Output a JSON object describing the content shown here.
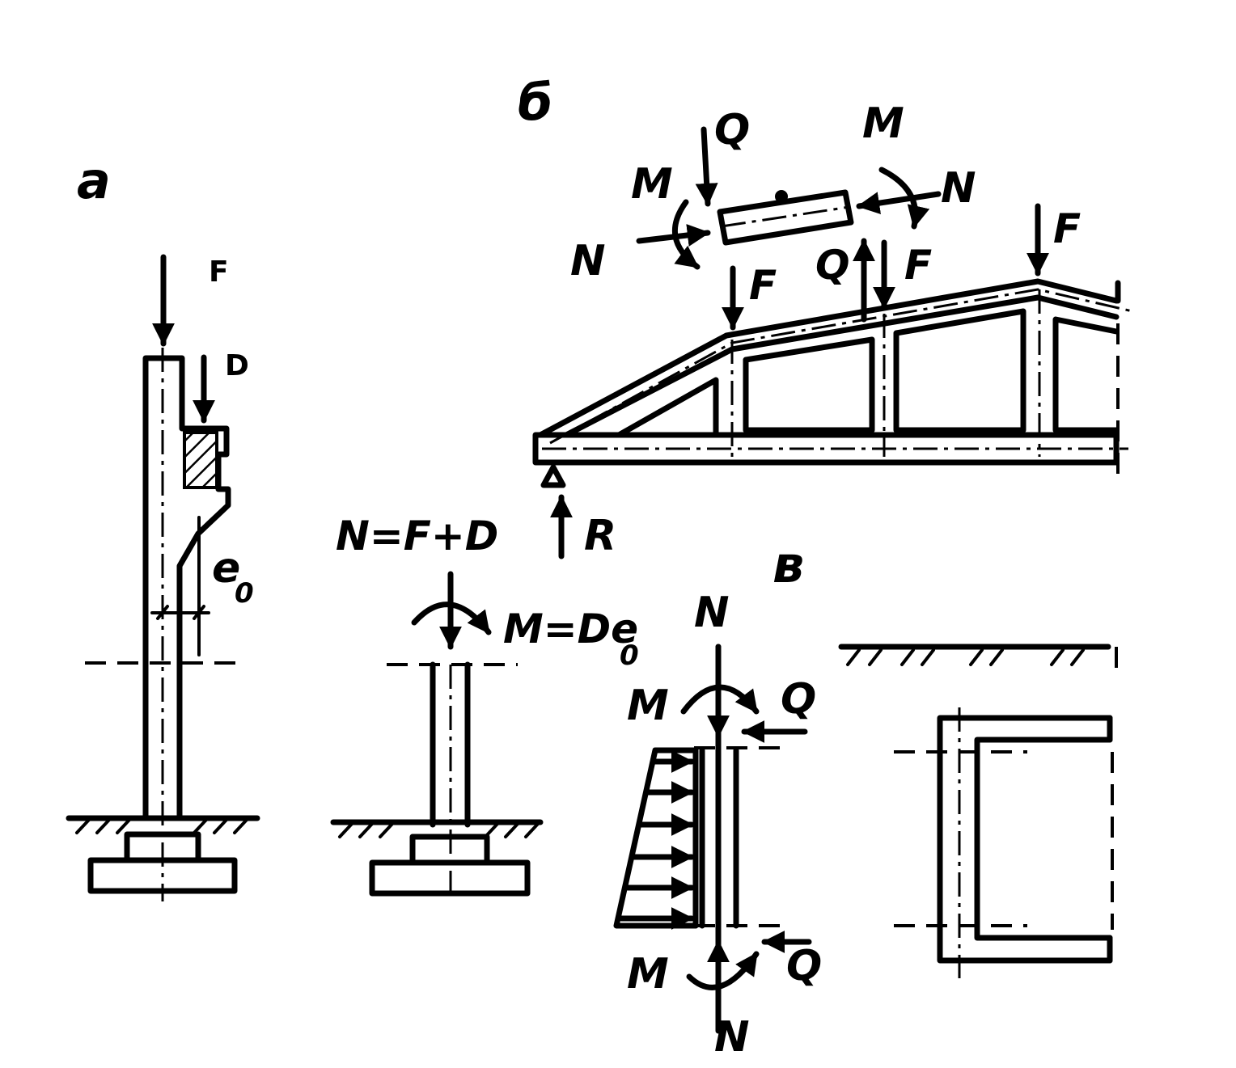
{
  "labels": {
    "panel_a": "а",
    "panel_b": "б",
    "panel_c": "в",
    "a_F": "F",
    "a_D": "D",
    "a_e": "e",
    "a_e_sub": "0",
    "a_N": "N=F+D",
    "a_M": "M=De",
    "a_M_sub": "0",
    "b_Q_top": "Q",
    "b_M_top": "M",
    "b_M_left": "M",
    "b_N_left": "N",
    "b_N_right": "N",
    "b_F_1": "F",
    "b_Q_mid": "Q",
    "b_F_2": "F",
    "b_F_3": "F",
    "b_R": "R",
    "c_N_top": "N",
    "c_M_top": "M",
    "c_Q_top": "Q",
    "c_M_bottom": "M",
    "c_Q_bottom": "Q",
    "c_N_bottom": "N"
  }
}
